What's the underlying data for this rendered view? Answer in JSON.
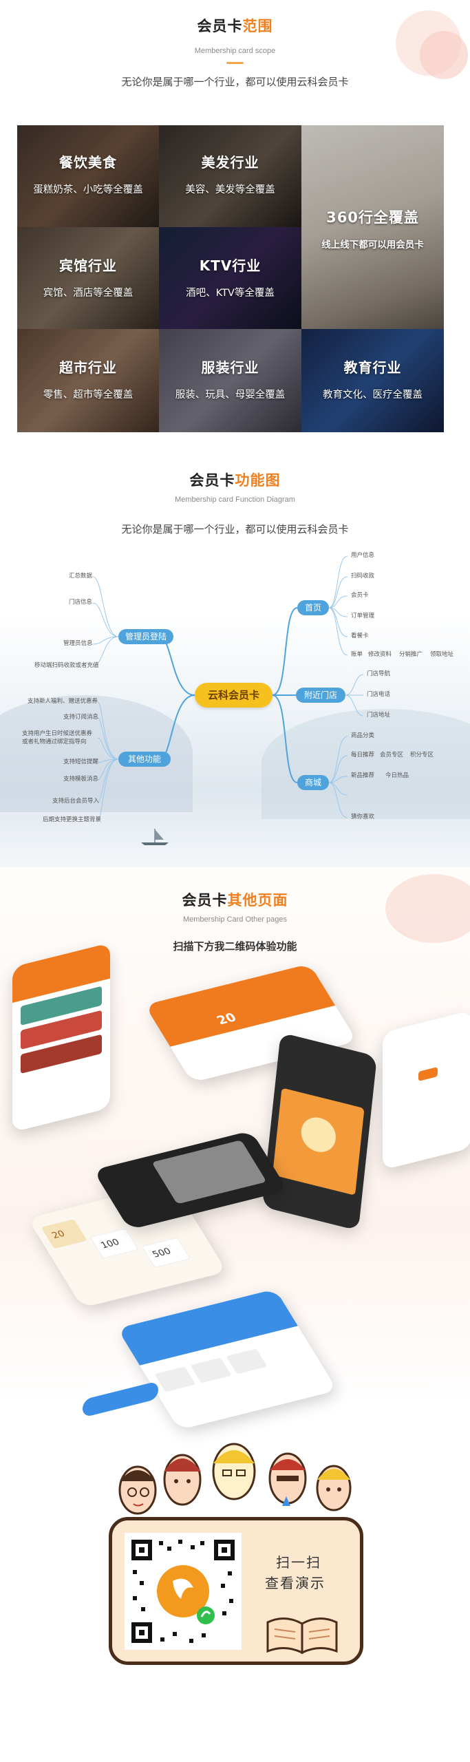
{
  "scope": {
    "title_main": "会员卡",
    "title_hl": "范围",
    "subtitle": "Membership card scope",
    "desc": "无论你是属于哪一个行业，都可以使用云科会员卡",
    "tiles": [
      {
        "title": "餐饮美食",
        "sub": "蛋糕奶茶、小吃等全覆盖"
      },
      {
        "title": "美发行业",
        "sub": "美容、美发等全覆盖"
      },
      {
        "title": "宾馆行业",
        "sub": "宾馆、酒店等全覆盖"
      },
      {
        "title": "KTV行业",
        "sub": "酒吧、KTV等全覆盖"
      },
      {
        "title": "超市行业",
        "sub": "零售、超市等全覆盖"
      },
      {
        "title": "服装行业",
        "sub": "服装、玩具、母婴全覆盖"
      },
      {
        "title": "教育行业",
        "sub": "教育文化、医疗全覆盖"
      }
    ],
    "big_title": "360行全覆盖",
    "big_sub": "线上线下都可以用会员卡",
    "colors": {
      "accent": "#f0801e"
    }
  },
  "diagram": {
    "title_main": "会员卡",
    "title_hl": "功能图",
    "subtitle": "Membership card Function Diagram",
    "desc": "无论你是属于哪一个行业，都可以使用云科会员卡",
    "center": "云科会员卡",
    "left_top": {
      "label": "管理员登陆",
      "items": [
        "汇总数据",
        "门店信息",
        "管理员信息",
        "移动端扫码收款或者充值"
      ]
    },
    "left_bottom": {
      "label": "其他功能",
      "items": [
        "支持新人福利、赠送优惠券",
        "支持订阅消息",
        "支持用户生日时候送优惠券",
        "或者礼物通过绑定指导向",
        "支持短信提醒",
        "支持模板消息",
        "支持后台会员导入",
        "后期支持更换主题背景"
      ]
    },
    "right_top": {
      "label": "首页",
      "items": [
        "用户信息",
        "扫码收款",
        "会员卡",
        "订单管理",
        "看餐卡"
      ],
      "row": [
        "账单",
        "修改资料",
        "分销推广",
        "领取地址"
      ]
    },
    "right_mid": {
      "label": "附近门店",
      "items": [
        "门店导航",
        "门店电话",
        "门店地址"
      ]
    },
    "right_bottom": {
      "label": "商城",
      "items": [
        "商品分类",
        "新品推荐",
        "今日热品",
        "猜你喜欢"
      ],
      "row": [
        "每日推荐",
        "会员专区",
        "积分专区"
      ]
    },
    "colors": {
      "node": "#4fa3dc",
      "center": "#f6c11e",
      "line": "#4fa3dc"
    }
  },
  "pages": {
    "title_main": "会员卡",
    "title_hl": "其他页面",
    "subtitle": "Membership Card Other pages",
    "desc": "扫描下方我二维码体验功能",
    "scan_line1": "扫一扫",
    "scan_line2": "查看演示",
    "card_amounts": [
      "20",
      "100",
      "500"
    ],
    "colors": {
      "orange": "#f07a1e",
      "blue": "#3a8ee6",
      "dark": "#2b2b2b"
    }
  }
}
